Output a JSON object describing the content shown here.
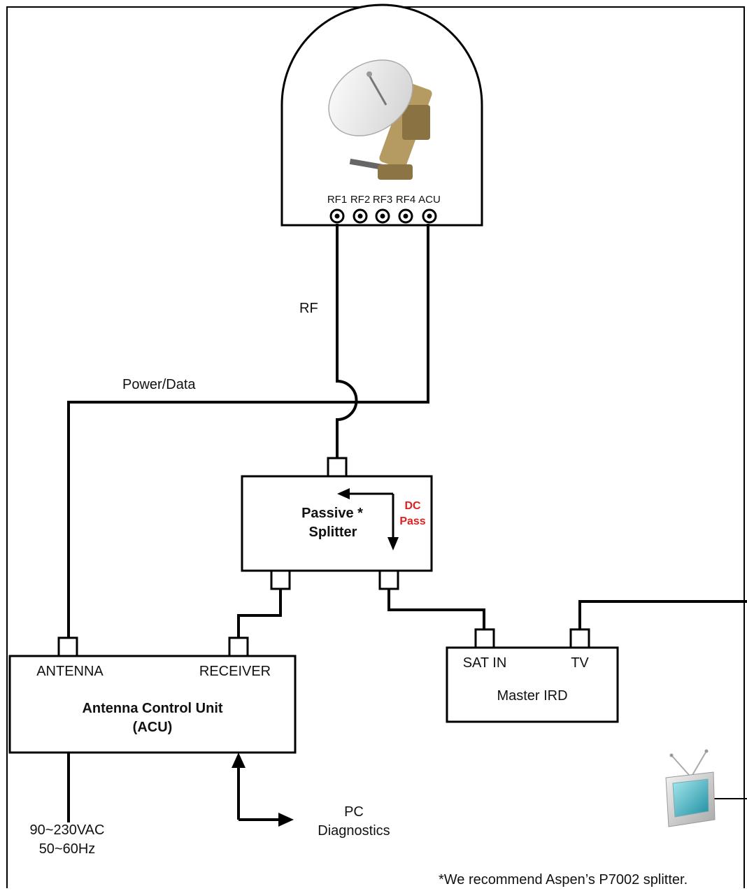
{
  "antenna": {
    "ports": [
      "RF1",
      "RF2",
      "RF3",
      "RF4",
      "ACU"
    ]
  },
  "cables": {
    "rf_label": "RF",
    "power_label": "Power/Data"
  },
  "splitter": {
    "line1": "Passive *",
    "line2": "Splitter",
    "dc_line1": "DC",
    "dc_line2": "Pass"
  },
  "acu": {
    "port_antenna": "ANTENNA",
    "port_receiver": "RECEIVER",
    "title_line1": "Antenna Control Unit",
    "title_line2": "(ACU)"
  },
  "ird": {
    "port_sat": "SAT IN",
    "port_tv": "TV",
    "title": "Master IRD"
  },
  "power": {
    "line1": "90~230VAC",
    "line2": "50~60Hz"
  },
  "pc": {
    "line1": "PC",
    "line2": "Diagnostics"
  },
  "footnote": "*We recommend Aspen’s P7002 splitter."
}
